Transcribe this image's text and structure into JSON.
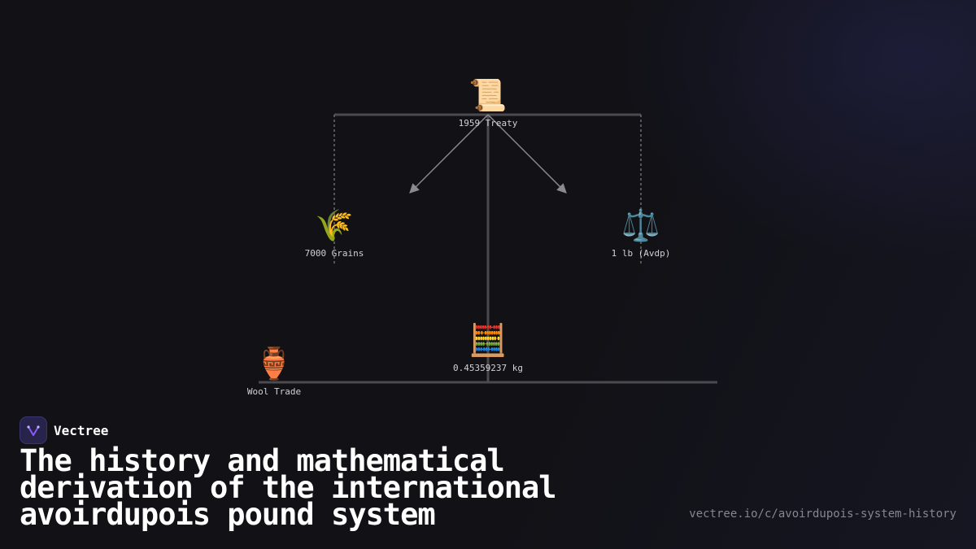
{
  "brand": {
    "name": "Vectree",
    "logo_icon": "vectree-logo-icon",
    "accent": "#8b5cf6"
  },
  "title": "The history and mathematical derivation of the international avoirdupois pound system",
  "url": "vectree.io/c/avoirdupois-system-history",
  "diagram": {
    "nodes": [
      {
        "id": "treaty",
        "icon": "scroll-icon",
        "emoji": "📜",
        "label": "1959 Treaty"
      },
      {
        "id": "grains",
        "icon": "wheat-icon",
        "emoji": "🌾",
        "label": "7000 Grains"
      },
      {
        "id": "pound",
        "icon": "balance-scale-icon",
        "emoji": "⚖️",
        "label": "1 lb (Avdp)"
      },
      {
        "id": "kg",
        "icon": "abacus-icon",
        "emoji": "🧮",
        "label": "0.45359237 kg"
      },
      {
        "id": "wool",
        "icon": "amphora-icon",
        "emoji": "🏺",
        "label": "Wool Trade"
      }
    ],
    "line_color": "#4a4a4f",
    "arrow_color": "#8a8a8f"
  }
}
